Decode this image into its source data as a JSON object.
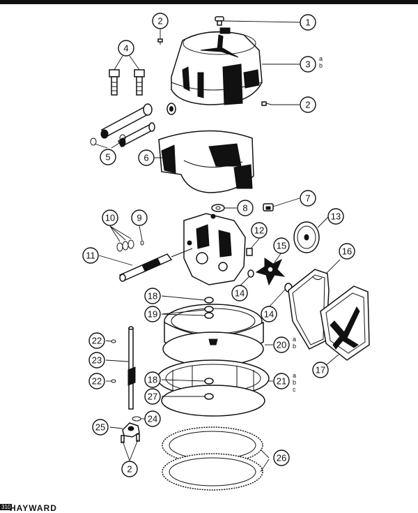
{
  "footer": {
    "code": "310",
    "brand": "HAYWARD"
  },
  "callouts": [
    {
      "id": "c1",
      "num": "1"
    },
    {
      "id": "c2a",
      "num": "2"
    },
    {
      "id": "c3",
      "num": "3",
      "letters": [
        "a",
        "b"
      ]
    },
    {
      "id": "c4",
      "num": "4"
    },
    {
      "id": "c2b",
      "num": "2"
    },
    {
      "id": "c5",
      "num": "5"
    },
    {
      "id": "c6",
      "num": "6"
    },
    {
      "id": "c7",
      "num": "7"
    },
    {
      "id": "c8",
      "num": "8"
    },
    {
      "id": "c9",
      "num": "9"
    },
    {
      "id": "c10",
      "num": "10"
    },
    {
      "id": "c11",
      "num": "11"
    },
    {
      "id": "c12",
      "num": "12"
    },
    {
      "id": "c13",
      "num": "13"
    },
    {
      "id": "c15",
      "num": "15"
    },
    {
      "id": "c16",
      "num": "16"
    },
    {
      "id": "c14a",
      "num": "14"
    },
    {
      "id": "c14b",
      "num": "14"
    },
    {
      "id": "c18a",
      "num": "18"
    },
    {
      "id": "c19",
      "num": "19"
    },
    {
      "id": "c22a",
      "num": "22"
    },
    {
      "id": "c20",
      "num": "20",
      "letters": [
        "a",
        "b"
      ]
    },
    {
      "id": "c23",
      "num": "23"
    },
    {
      "id": "c17",
      "num": "17"
    },
    {
      "id": "c22b",
      "num": "22"
    },
    {
      "id": "c18b",
      "num": "18"
    },
    {
      "id": "c21",
      "num": "21",
      "letters": [
        "a",
        "b",
        "c"
      ]
    },
    {
      "id": "c27",
      "num": "27"
    },
    {
      "id": "c24",
      "num": "24"
    },
    {
      "id": "c25",
      "num": "25"
    },
    {
      "id": "c26",
      "num": "26"
    },
    {
      "id": "c2c",
      "num": "2"
    }
  ]
}
